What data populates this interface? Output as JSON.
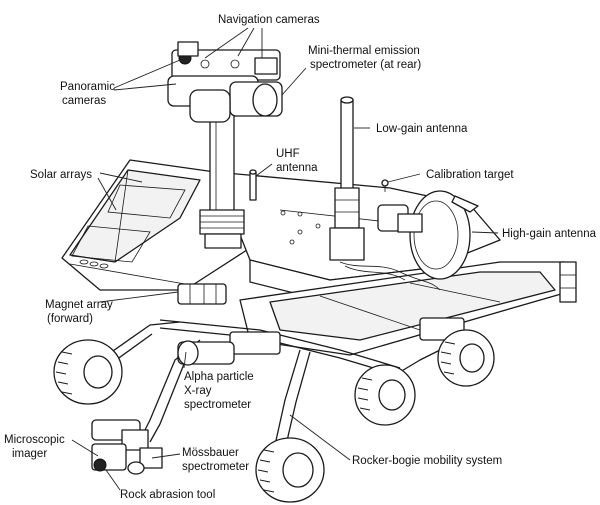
{
  "labels": {
    "navigation_cameras": "Navigation cameras",
    "mini_tes_line1": "Mini-thermal emission",
    "mini_tes_line2": "spectrometer (at rear)",
    "panoramic_line1": "Panoramic",
    "panoramic_line2": "cameras",
    "low_gain": "Low-gain antenna",
    "uhf_line1": "UHF",
    "uhf_line2": "antenna",
    "solar_arrays": "Solar arrays",
    "calibration_target": "Calibration target",
    "high_gain": "High-gain antenna",
    "magnet_line1": "Magnet array",
    "magnet_line2": "(forward)",
    "apxs_line1": "Alpha particle",
    "apxs_line2": "X-ray",
    "apxs_line3": "spectrometer",
    "microscopic_line1": "Microscopic",
    "microscopic_line2": "imager",
    "mossbauer_line1": "Mössbauer",
    "mossbauer_line2": "spectrometer",
    "rocker_bogie": "Rocker-bogie mobility system",
    "rock_abrasion": "Rock abrasion tool"
  }
}
